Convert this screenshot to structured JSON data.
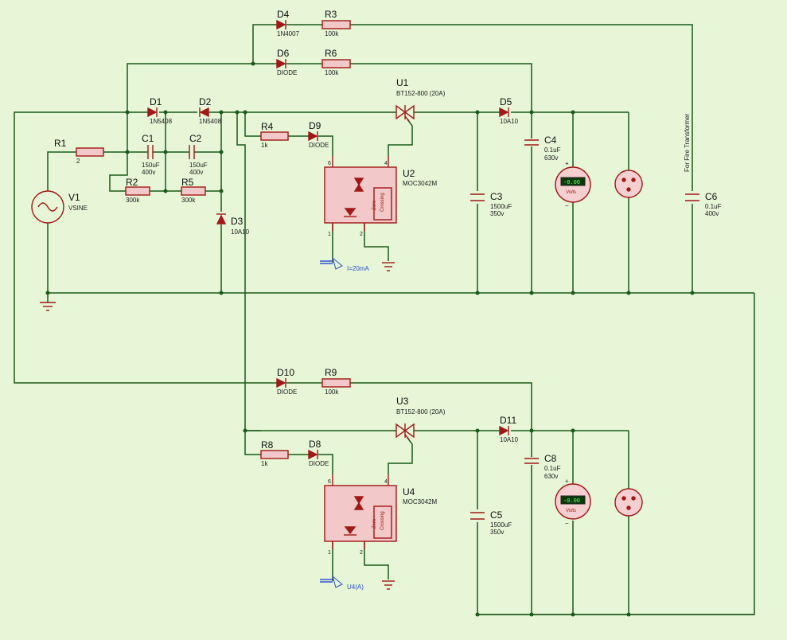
{
  "components": {
    "V1": {
      "ref": "V1",
      "value": "VSINE"
    },
    "R1": {
      "ref": "R1",
      "value": "2"
    },
    "C1": {
      "ref": "C1",
      "value": "150uF",
      "rating": "400v"
    },
    "C2": {
      "ref": "C2",
      "value": "150uF",
      "rating": "400v"
    },
    "R2": {
      "ref": "R2",
      "value": "300k"
    },
    "R5": {
      "ref": "R5",
      "value": "300k"
    },
    "D1": {
      "ref": "D1",
      "value": "1N5408"
    },
    "D2": {
      "ref": "D2",
      "value": "1N5408"
    },
    "D3": {
      "ref": "D3",
      "value": "10A10"
    },
    "D4": {
      "ref": "D4",
      "value": "1N4007"
    },
    "R3": {
      "ref": "R3",
      "value": "100k"
    },
    "D6": {
      "ref": "D6",
      "value": "DIODE"
    },
    "R6": {
      "ref": "R6",
      "value": "100k"
    },
    "U1": {
      "ref": "U1",
      "value": "BT152-800 (20A)"
    },
    "D5": {
      "ref": "D5",
      "value": "10A10"
    },
    "R4": {
      "ref": "R4",
      "value": "1k"
    },
    "D9": {
      "ref": "D9",
      "value": "DIODE"
    },
    "U2": {
      "ref": "U2",
      "value": "MOC3042M"
    },
    "C3": {
      "ref": "C3",
      "value": "1500uF",
      "rating": "350v"
    },
    "C4": {
      "ref": "C4",
      "value": "0.1uF",
      "rating": "630v"
    },
    "C6": {
      "ref": "C6",
      "value": "0.1uF",
      "rating": "400v"
    },
    "D10": {
      "ref": "D10",
      "value": "DIODE"
    },
    "R9": {
      "ref": "R9",
      "value": "100k"
    },
    "U3": {
      "ref": "U3",
      "value": "BT152-800 (20A)"
    },
    "D11": {
      "ref": "D11",
      "value": "10A10"
    },
    "R8": {
      "ref": "R8",
      "value": "1k"
    },
    "D8": {
      "ref": "D8",
      "value": "DIODE"
    },
    "U4": {
      "ref": "U4",
      "value": "MOC3042M"
    },
    "C5": {
      "ref": "C5",
      "value": "1500uF",
      "rating": "350v"
    },
    "C8": {
      "ref": "C8",
      "value": "0.1uF",
      "rating": "630v"
    }
  },
  "optocoupler": {
    "zero": "Zero",
    "crossing": "Crossing",
    "pin6": "6",
    "pin4": "4",
    "pin1": "1",
    "pin2": "2"
  },
  "probes": {
    "top": "I=20mA",
    "bottom": "U4(A)"
  },
  "voltmeter": {
    "label": "Volts",
    "plus": "+",
    "minus": "−"
  },
  "annotation": "For Fire Transformer",
  "colors": {
    "wire": "#1a5a1a",
    "component": "#a01818",
    "background": "#e6f6d6",
    "probe": "#3050d0"
  }
}
